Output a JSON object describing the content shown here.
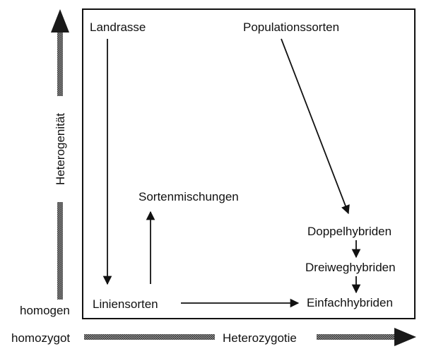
{
  "diagram": {
    "axes": {
      "vertical_label": "Heterogenität",
      "vertical_bottom_label": "homogen",
      "horizontal_start_label": "homozygot",
      "horizontal_label": "Heterozygotie"
    },
    "nodes": {
      "landrasse": "Landrasse",
      "populationssorten": "Populationssorten",
      "sortenmischungen": "Sortenmischungen",
      "doppelhybriden": "Doppelhybriden",
      "dreiweghybriden": "Dreiweghybriden",
      "liniensorten": "Liniensorten",
      "einfachhybriden": "Einfachhybriden"
    }
  }
}
